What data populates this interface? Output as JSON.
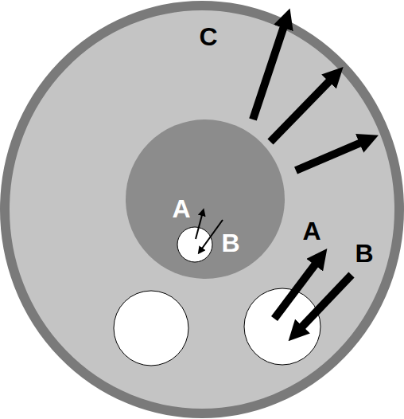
{
  "diagram": {
    "labels": [
      "C",
      "A",
      "B",
      "A",
      "B"
    ]
  }
}
